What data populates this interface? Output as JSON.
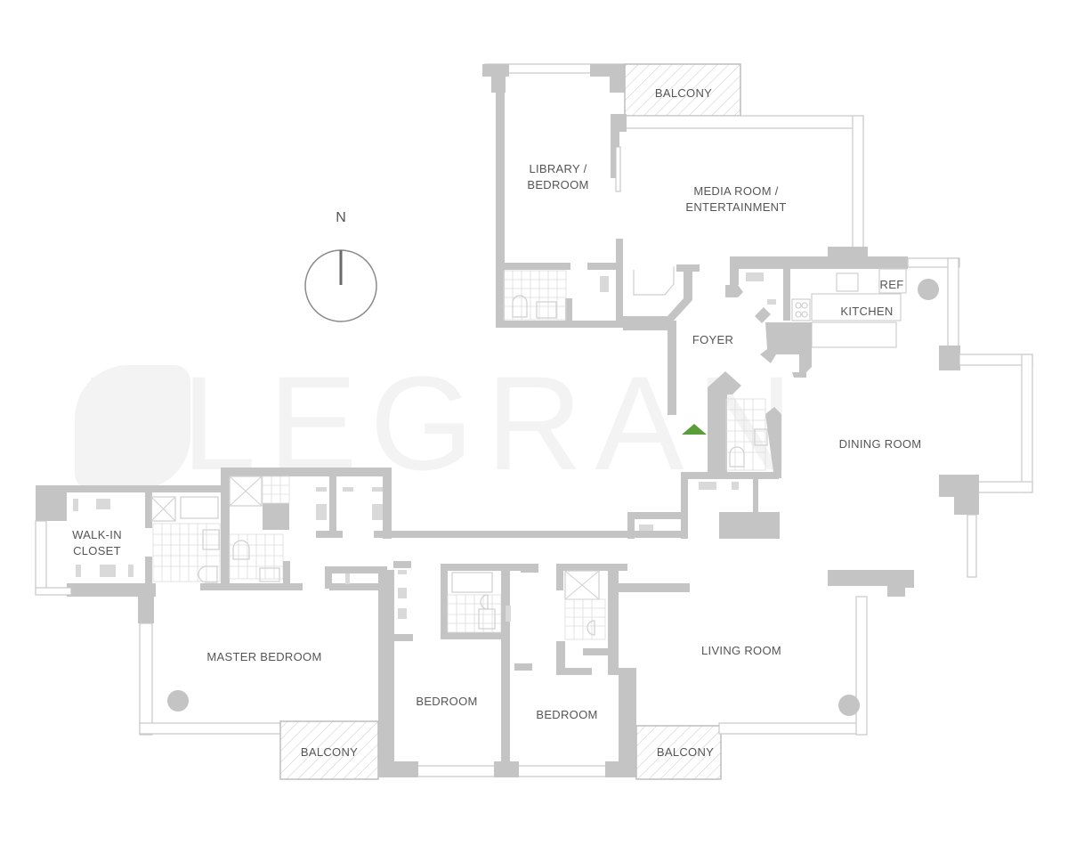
{
  "watermark": {
    "text": "ELEGRAN"
  },
  "compass": {
    "label": "N"
  },
  "rooms": {
    "library": {
      "line1": "LIBRARY /",
      "line2": "BEDROOM"
    },
    "media": {
      "line1": "MEDIA ROOM /",
      "line2": "ENTERTAINMENT"
    },
    "balcony_top": "BALCONY",
    "foyer": "FOYER",
    "kitchen": "KITCHEN",
    "ref": "REF",
    "dining": "DINING ROOM",
    "walkin": {
      "line1": "WALK-IN",
      "line2": "CLOSET"
    },
    "master": "MASTER BEDROOM",
    "bedroom1": "BEDROOM",
    "bedroom2": "BEDROOM",
    "living": "LIVING ROOM",
    "balcony_left": "BALCONY",
    "balcony_right": "BALCONY"
  },
  "colors": {
    "walls": "#c4c4c4",
    "entry_marker": "#5a9e3a",
    "text": "#555555"
  }
}
